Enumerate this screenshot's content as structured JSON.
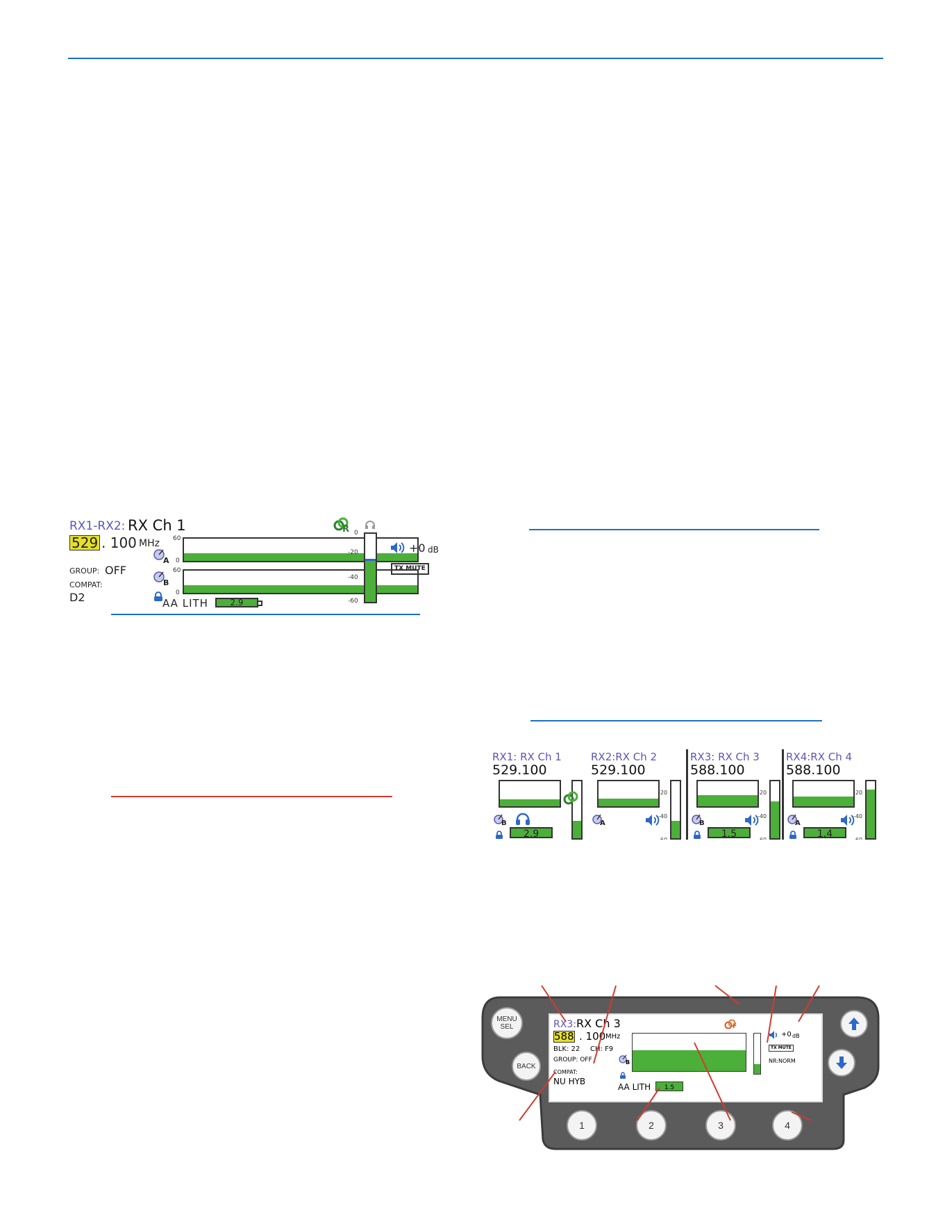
{
  "colors": {
    "rule_blue": "#1b6fc0",
    "rule_red": "#d23a2f",
    "meter_green": "#4caf3a",
    "label_purple": "#5a56b8",
    "freq_yellow": "#e6e02a",
    "level_blue": "#2e68c8"
  },
  "screen1": {
    "title_prefix": "RX1-RX2:",
    "title": "RX Ch 1",
    "freq_highlight": "529",
    "freq_rest": ". 100",
    "freq_unit": "MHz",
    "group_label": "GROUP:",
    "group_value": "OFF",
    "compat_label": "COMPAT:",
    "compat_value": "D2",
    "batt_type": "AA LITH",
    "batt_value": "2.9",
    "meter_top": "60",
    "meter_zero": "0",
    "antenna_a": "A",
    "antenna_b": "B",
    "link_letter": "R",
    "level_ticks": [
      "0",
      "-20",
      "-40",
      "-60"
    ],
    "level_fraction": 0.6,
    "rf_a_fraction": 0.35,
    "rf_b_fraction": 0.35,
    "gain": "+0",
    "gain_unit": "dB",
    "tx_mute": "TX MUTE"
  },
  "quad": [
    {
      "label": "RX1: RX Ch 1",
      "freq": "529.100",
      "antenna": "B",
      "batt": "2.9",
      "level": 0.3,
      "rf": 0.28
    },
    {
      "label": "RX2:RX Ch 2",
      "freq": "529.100",
      "antenna": "A",
      "batt": "",
      "level": 0.3,
      "rf": 0.3
    },
    {
      "label": "RX3: RX Ch 3",
      "freq": "588.100",
      "antenna": "B",
      "batt": "1.5",
      "level": 0.65,
      "rf": 0.45
    },
    {
      "label": "RX4:RX Ch 4",
      "freq": "588.100",
      "antenna": "A",
      "batt": "1.4",
      "level": 0.85,
      "rf": 0.4
    }
  ],
  "quad_ticks": [
    "-20",
    "-40",
    "-60"
  ],
  "device": {
    "menu_sel": [
      "MENU",
      "SEL"
    ],
    "back": "BACK",
    "buttons": [
      "1",
      "2",
      "3",
      "4"
    ],
    "title_prefix": "RX3:",
    "title": "RX Ch 3",
    "freq_highlight": "588",
    "freq_rest": ". 100",
    "freq_unit": "MHz",
    "blk": "BLK: 22",
    "ch": "CH: F9",
    "group": "GROUP: OFF",
    "compat_label": "COMPAT:",
    "compat_value": "NU HYB",
    "batt_type": "AA LITH",
    "batt_value": "1.5",
    "antenna": "B",
    "link_letter": "F",
    "gain": "+0",
    "gain_unit": "dB",
    "tx_mute": "TX MUTE",
    "nr": "NR:NORM",
    "level_fraction": 0.25,
    "rf_fraction": 0.55
  }
}
